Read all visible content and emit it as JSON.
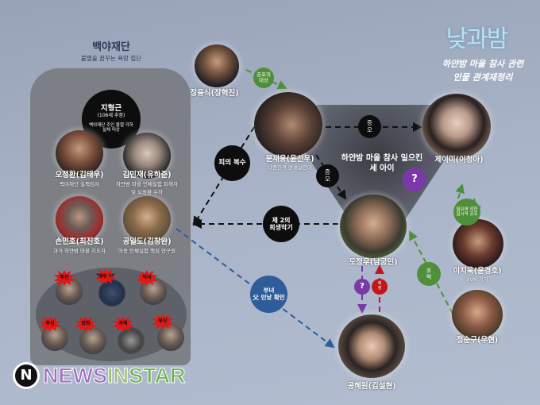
{
  "header": {
    "logo_text": "낮과밤",
    "subtitle_line1": "하얀밤 마을 참사 관련",
    "subtitle_line2": "인물 관계재정리"
  },
  "foundation": {
    "title": "백야재단",
    "subtitle": "불멸을 꿈꾸는 욕망 집단",
    "leader": {
      "name": "지형근",
      "age": "(106세 추정)",
      "desc1": "백야재단 주인 불멸 각하",
      "desc2": "실체 미상"
    },
    "members": [
      {
        "name": "오정환(김태우)",
        "desc1": "백야재단 실책임자",
        "desc2": ""
      },
      {
        "name": "김민재(유하준)",
        "desc1": "하얀밤 마을 인체실험 피해자",
        "desc2": "및 오정환 수하"
      },
      {
        "name": "손민호(최진호)",
        "desc1": "과거 하얀밤 마을 지도자",
        "desc2": ""
      },
      {
        "name": "공일도(김창완)",
        "desc1": "아동 인체실험 핵심 연구원",
        "desc2": ""
      }
    ],
    "victims": [
      "투신",
      "개물림 사망",
      "익사",
      "투신",
      "방화",
      "자해",
      "투신"
    ]
  },
  "characters": {
    "jang": {
      "name": "장용식(장혁진)"
    },
    "moon": {
      "name": "문재웅(윤선우)",
      "desc": "다중인격 연쇄살인마"
    },
    "jamie": {
      "name": "제이미(이청아)"
    },
    "do": {
      "name": "도정우(남궁민)"
    },
    "lee": {
      "name": "이지욱(윤경호)",
      "desc": "XVN 기자"
    },
    "jung": {
      "name": "정순구(우현)"
    },
    "gong": {
      "name": "공혜원(김설현)"
    }
  },
  "center_label": {
    "line1": "하얀밤 마을 참사 일으킨",
    "line2": "세 아이"
  },
  "relations": {
    "fear_target": [
      "공포의",
      "대상"
    ],
    "hatred1": [
      "증",
      "오"
    ],
    "hatred2": [
      "증",
      "오"
    ],
    "question1": "?",
    "question2": "?",
    "blood_revenge": "피의 복수",
    "second_victim": [
      "제 2의",
      "희생막기"
    ],
    "temp_cooperation": [
      "필요에 의한",
      "일시적 공조"
    ],
    "help": [
      "조",
      "력"
    ],
    "affection": [
      "애",
      "정"
    ],
    "father_daughter": [
      "부녀",
      "父 민낮 확인"
    ]
  },
  "brand": {
    "logo_letter": "N",
    "part1": "NEWS",
    "part2": "IN",
    "part3": "STAR"
  },
  "colors": {
    "black": "#0d0d0d",
    "green": "#4f8f3a",
    "purple": "#7a38a8",
    "red": "#c3161b",
    "blue": "#2f5d99",
    "panel": "#7a7c82"
  }
}
